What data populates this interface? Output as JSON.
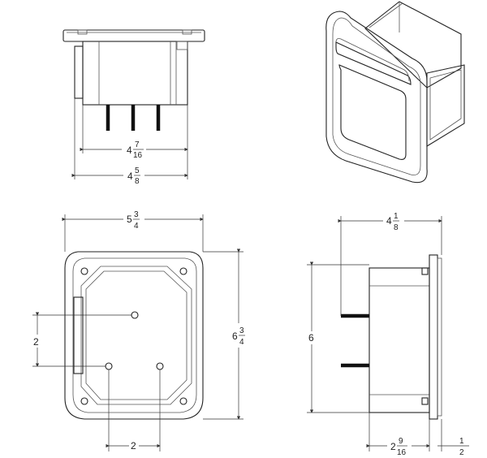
{
  "dims": {
    "top_inner_whole": "4",
    "top_inner_num": "7",
    "top_inner_den": "16",
    "top_outer_whole": "4",
    "top_outer_num": "5",
    "top_outer_den": "8",
    "front_width_whole": "5",
    "front_width_num": "3",
    "front_width_den": "4",
    "front_height_whole": "6",
    "front_height_num": "3",
    "front_height_den": "4",
    "front_vert_spacing": "2",
    "front_horiz_spacing": "2",
    "side_depth_whole": "4",
    "side_depth_num": "1",
    "side_depth_den": "8",
    "side_height": "6",
    "side_body_whole": "2",
    "side_body_num": "9",
    "side_body_den": "16",
    "side_flange_num": "1",
    "side_flange_den": "2"
  }
}
